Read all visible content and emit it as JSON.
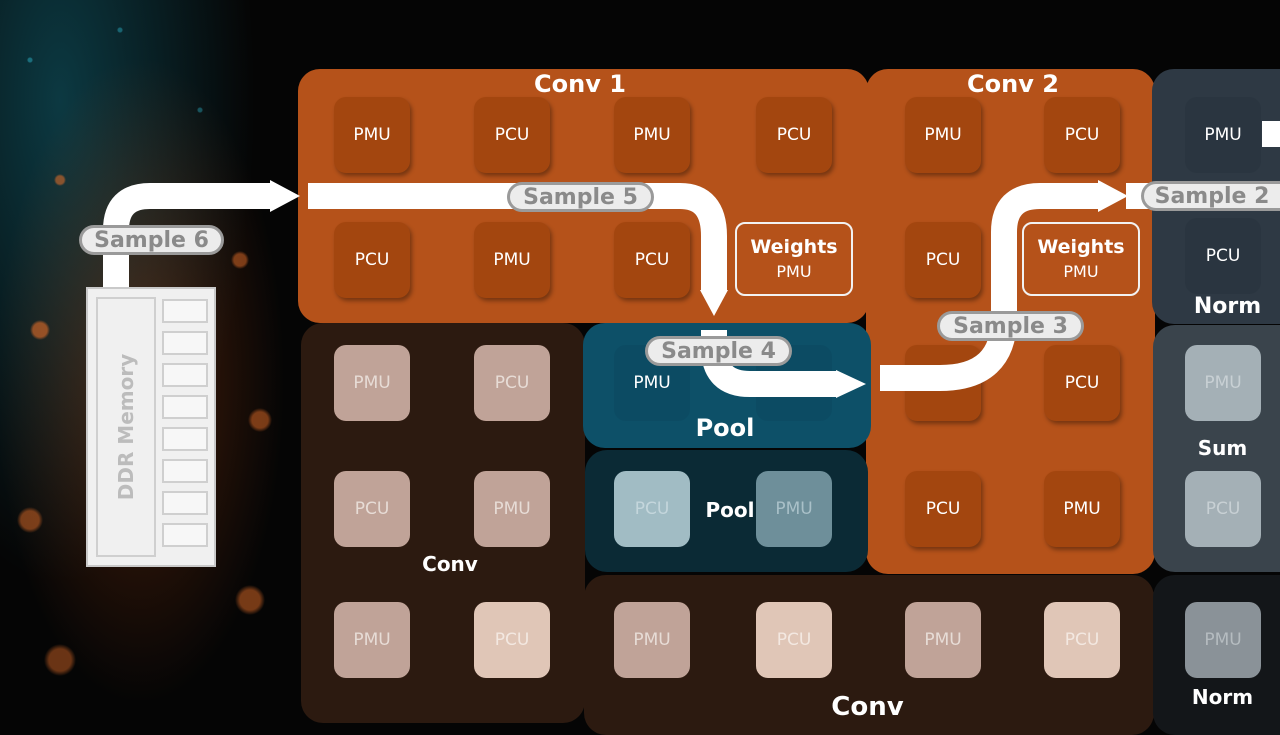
{
  "labels": {
    "conv1": "Conv 1",
    "conv2": "Conv 2",
    "norm_top": "Norm",
    "pool_main": "Pool",
    "pool_faded": "Pool",
    "sum": "Sum",
    "conv_left": "Conv",
    "conv_bottom": "Conv",
    "norm_bottom": "Norm"
  },
  "units": {
    "pmu": "PMU",
    "pcu": "PCU"
  },
  "weights": {
    "title": "Weights",
    "unit": "PMU"
  },
  "samples": [
    "Sample 2",
    "Sample 3",
    "Sample 4",
    "Sample 5",
    "Sample 6"
  ],
  "memory": {
    "label": "DDR Memory"
  },
  "colors": {
    "active_orange": "#b5521a",
    "tile_orange": "#a3460f",
    "pool_teal": "#0d5068",
    "inactive_brown": "#2c1a10",
    "slate": "#2e3944",
    "pill_bg": "#ececec",
    "pill_text": "#8a8a8a"
  }
}
